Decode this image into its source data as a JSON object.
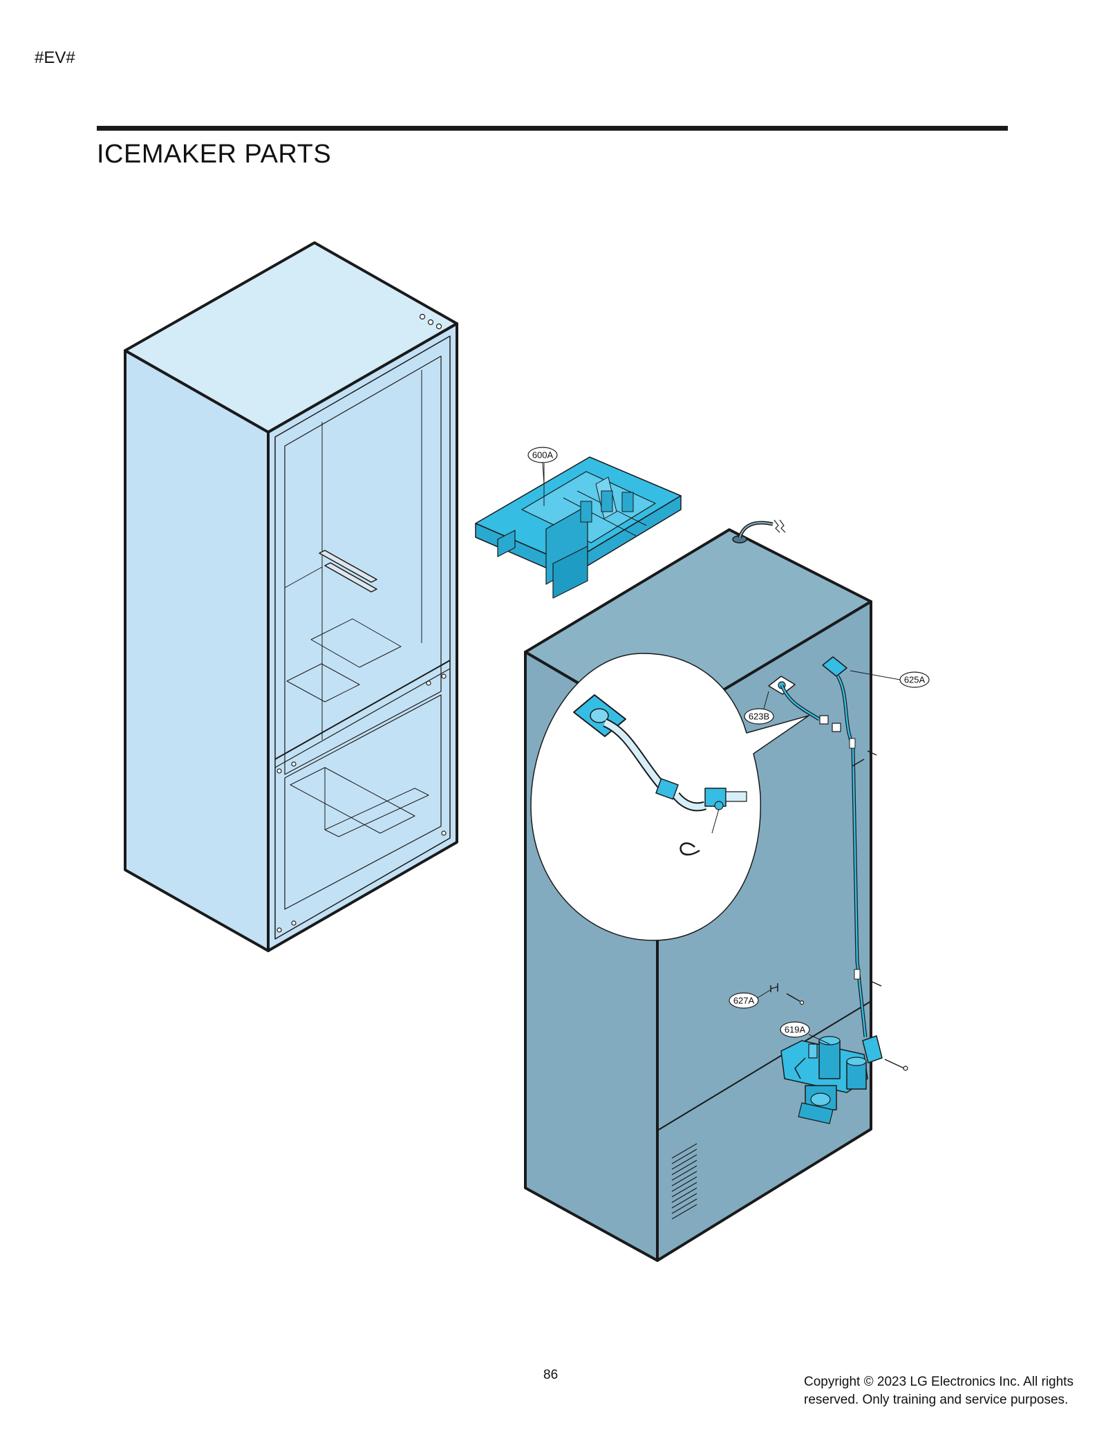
{
  "header": {
    "marker": "#EV#",
    "title": "ICEMAKER PARTS"
  },
  "callouts": [
    {
      "id": "600A"
    },
    {
      "id": "625A"
    },
    {
      "id": "623B"
    },
    {
      "id": "627A"
    },
    {
      "id": "619A"
    }
  ],
  "colors": {
    "cabinet_front": "#c3e1f4",
    "cabinet_rear": "#82abbf",
    "highlight_part": "#36bde3",
    "outline": "#1a1a1a"
  },
  "footer": {
    "page_number": "86",
    "copyright": "Copyright © 2023 LG Electronics Inc. All rights reserved. Only training and service purposes."
  }
}
